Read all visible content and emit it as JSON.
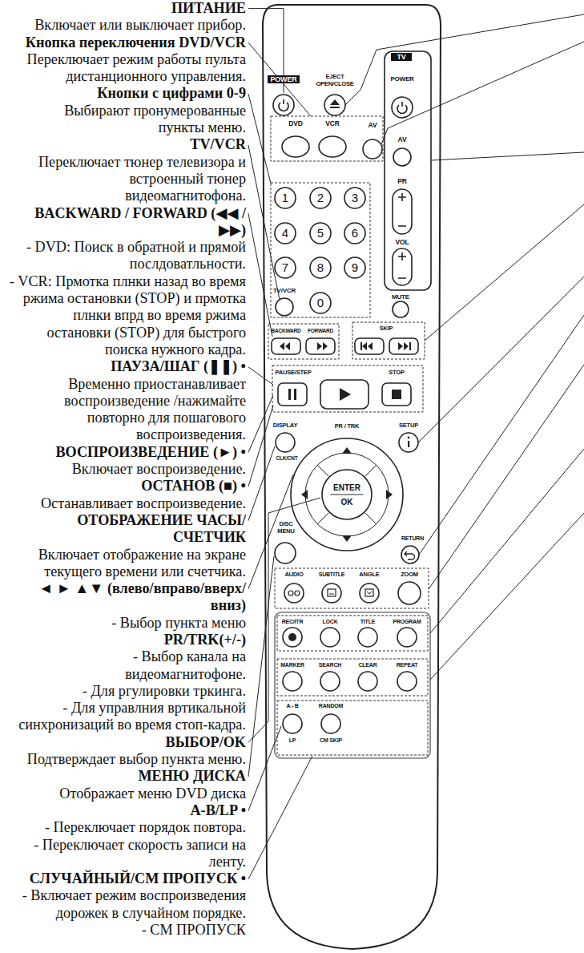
{
  "diagram": {
    "nodes": [
      {
        "text": [
          "1"
        ]
      },
      {
        "text": [
          "2"
        ]
      },
      {
        "text": [
          "3"
        ]
      },
      {
        "text": [
          "4"
        ]
      },
      {
        "text": [
          "5"
        ]
      },
      {
        "text": [
          "6"
        ]
      },
      {
        "text": [
          "7"
        ]
      },
      {
        "text": [
          "8"
        ]
      },
      {
        "text": [
          "9"
        ]
      },
      {
        "text": [
          "0"
        ]
      },
      {
        "text": [
          "ENTER",
          "OK"
        ]
      }
    ],
    "labels": [
      "ПИТАНИЕ",
      "Включает или выключает прибор.",
      "Кнопка переключения DVD/VCR",
      "Переключает режим работы пульта дистанционного управления.",
      "Кнопки с цифрами 0-9",
      "Выбирают пронумерованные пункты меню.",
      "TV/VCR",
      "Переключает тюнер телевизора и встроенный тюнер видеомагнитофона.",
      "BACKWARD / FORWARD (◀◀ / ▶▶)",
      "- DVD: Поиск в обратной и прямой послдоватльности.",
      "- VCR: Прмотка плнки назад во время ржима остановки (STOP) и прмотка плнки впрд во время ржима остановки (STOP) для быстрого поиска нужного кадра.",
      "ПАУЗА/ШАГ (❚❚) •",
      "Временно приостанавливает воспроизведение /нажимайте повторно для пошагового воспроизведения.",
      "ВОСПРОИЗВЕДЕНИЕ (►) •",
      "Включает воспроизведение.",
      "ОСТАНОВ (■) •",
      "Останавливает воспроизведение.",
      "ОТОБРАЖЕНИЕ ЧАСЫ/СЧЕТЧИК",
      "Включает отображение на экране текущего времени или счетчика.",
      "◄ ► ▲▼ (влево/вправо/вверх/вниз)",
      "- Выбор пункта меню",
      "PR/TRK(+/-)",
      "- Выбор канала на видеомагнитофоне.",
      "- Для ргулировки тркинга.",
      "- Для управлния вртикальной синхронизаций во время стоп-кадра.",
      "ВЫБОР/OK",
      "Подтверждает выбор пункта меню.",
      "МЕНЮ ДИСКА",
      "Отображает меню DVD диска",
      "A-B/LP •",
      "- Переключает порядок повтора.",
      "- Переключает скорость записи на ленту.",
      "СЛУЧАЙНЫЙ/CM ПРОПУСК •",
      "- Включает режим воспроизведения дорожек в случайном порядке.",
      "- CM ПРОПУСК",
      "POWER",
      "EJECT OPEN/CLOSE",
      "TV",
      "POWER",
      "DVD",
      "VCR",
      "AV",
      "AV",
      "PR",
      "VOL",
      "TV/VCR",
      "MUTE",
      "BACKWARD",
      "FORWARD",
      "SKIP",
      "PAUSE/STEP",
      "STOP",
      "DISPLAY",
      "CLK/CNT",
      "PR / TRK",
      "SETUP",
      "DISC MENU",
      "RETURN",
      "AUDIO",
      "SUBTITLE",
      "ANGLE",
      "ZOOM",
      "REC/ITR",
      "LOCK",
      "TITLE",
      "PROGRAM",
      "MARKER",
      "SEARCH",
      "CLEAR",
      "REPEAT",
      "A - B",
      "RANDOM",
      "LP",
      "CM SKIP"
    ]
  }
}
